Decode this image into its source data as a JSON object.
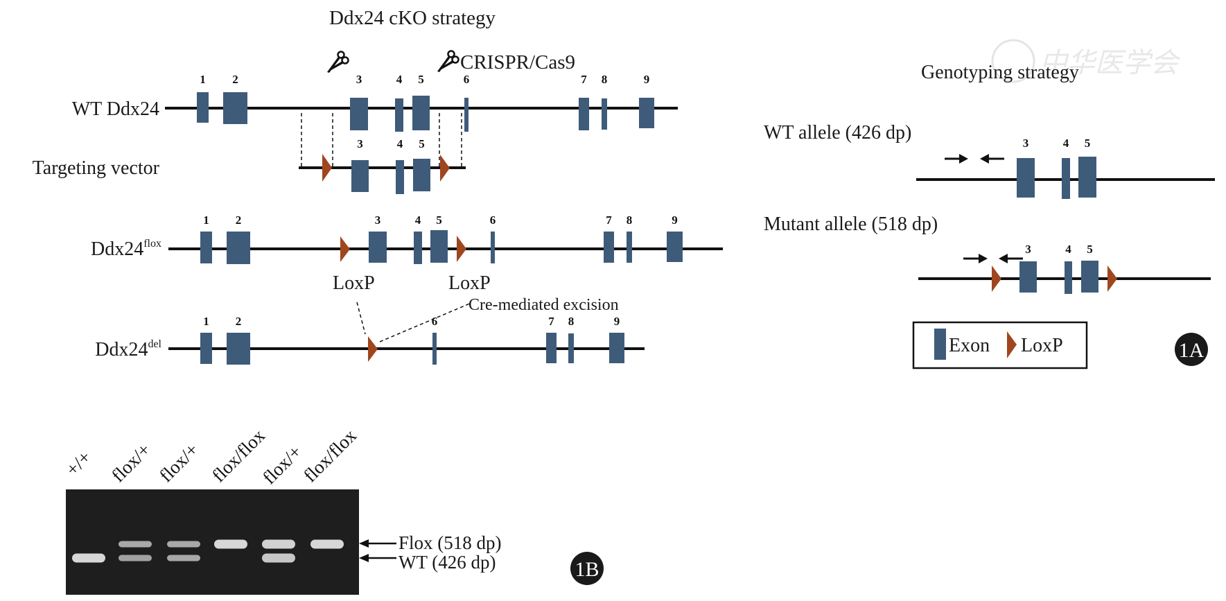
{
  "colors": {
    "exon": "#3f5b7a",
    "loxp": "#a0461f",
    "line": "#111111",
    "gel_bg": "#1e1e1e",
    "band": "#e2e2e2",
    "badge": "#1a1a1a"
  },
  "panel_a": {
    "title": "Ddx24 cKO strategy",
    "crispr_label": "CRISPR/Cas9",
    "rows": {
      "wt": {
        "label": "WT Ddx24",
        "exons": [
          "1",
          "2",
          "3",
          "4",
          "5",
          "6",
          "7",
          "8",
          "9"
        ]
      },
      "vector": {
        "label": "Targeting vector",
        "exons": [
          "3",
          "4",
          "5"
        ]
      },
      "flox": {
        "label": "Ddx24",
        "superscript": "flox",
        "exons": [
          "1",
          "2",
          "3",
          "4",
          "5",
          "6",
          "7",
          "8",
          "9"
        ]
      },
      "del": {
        "label": "Ddx24",
        "superscript": "del",
        "exons": [
          "1",
          "2",
          "6",
          "7",
          "8",
          "9"
        ]
      }
    },
    "loxp_label_1": "LoxP",
    "loxp_label_2": "LoxP",
    "cre_label": "Cre-mediated excision",
    "genotyping": {
      "title": "Genotyping strategy",
      "wt_allele": {
        "label": "WT allele (426 dp)",
        "exons": [
          "3",
          "4",
          "5"
        ]
      },
      "mutant_allele": {
        "label": "Mutant allele (518 dp)",
        "exons": [
          "3",
          "4",
          "5"
        ]
      }
    },
    "legend": {
      "exon": "Exon",
      "loxp": "LoxP"
    },
    "badge": "1A"
  },
  "panel_b": {
    "lanes": [
      "+/+",
      "flox/+",
      "flox/+",
      "flox/flox",
      "flox/+",
      "flox/flox"
    ],
    "band_presence": {
      "flox_518": [
        false,
        true,
        true,
        true,
        true,
        true
      ],
      "wt_426": [
        true,
        true,
        true,
        false,
        true,
        false
      ]
    },
    "band_intensity": {
      "flox_518": [
        0,
        0.6,
        0.6,
        1.0,
        0.95,
        1.0
      ],
      "wt_426": [
        1.0,
        0.55,
        0.6,
        0,
        0.85,
        0
      ]
    },
    "markers": {
      "flox": "Flox (518 dp)",
      "wt": "WT (426 dp)"
    },
    "badge": "1B"
  },
  "watermark": {
    "text": "中华医学会"
  }
}
